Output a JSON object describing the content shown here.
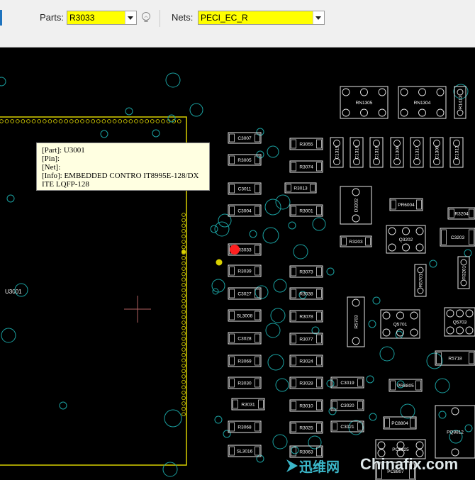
{
  "toolbar": {
    "parts_label": "Parts:",
    "parts_value": "R3033",
    "nets_label": "Nets:",
    "nets_value": "PECI_EC_R",
    "bulb_icon": "lightbulb-icon",
    "dropdown_icon": "chevron-down-icon"
  },
  "tooltip": {
    "part": "[Part]: U3001",
    "pin": "[Pin]:",
    "net": "[Net]:",
    "info1": "[Info]: EMBEDDED CONTRO IT8995E-128/DX",
    "info2": "ITE LQFP-128"
  },
  "main_chip_label": "U3001",
  "components": [
    "C3007",
    "R3005",
    "C3011",
    "C3004",
    "R3033",
    "R3039",
    "C3027",
    "SL3008",
    "C3028",
    "R3069",
    "R3030",
    "R3031",
    "R3068",
    "SL3016",
    "R3055",
    "R3074",
    "R3013",
    "R3001",
    "R3073",
    "R3038",
    "R3078",
    "R3077",
    "R3024",
    "R3028",
    "R3010",
    "R3025",
    "R3063",
    "RN1305",
    "RN1304",
    "R1413",
    "C1315",
    "C1316",
    "C1318",
    "C1308",
    "C1317",
    "C1309",
    "C1312",
    "D3202",
    "PR6004",
    "R3204",
    "R3203",
    "Q3202",
    "C3203",
    "R5701",
    "R3201",
    "R5703",
    "Q5701",
    "Q5703",
    "R5718",
    "C3019",
    "C3020",
    "C3021",
    "PR8805",
    "PC8804",
    "PC8825",
    "PQ8812",
    "PC8807"
  ],
  "watermark": {
    "cn": "迅维网",
    "url": "Chinafix.com"
  },
  "colors": {
    "board_bg": "#000000",
    "outline": "#d8d000",
    "via": "#1aa0a0",
    "highlight": "#ff0000",
    "field": "#ffff00"
  }
}
